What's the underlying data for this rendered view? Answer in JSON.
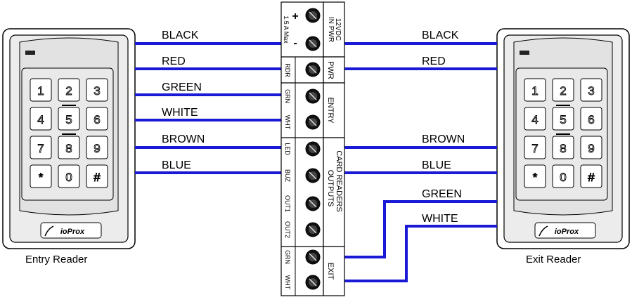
{
  "colors": {
    "wire": "#1a1ad6",
    "line": "#000000",
    "background": "#ffffff"
  },
  "entry_reader": {
    "caption": "Entry Reader",
    "logo": "ioProx",
    "keys": [
      "1",
      "2",
      "3",
      "4",
      "5",
      "6",
      "7",
      "8",
      "9",
      "*",
      "0",
      "#"
    ]
  },
  "exit_reader": {
    "caption": "Exit Reader",
    "logo": "ioProx",
    "keys": [
      "1",
      "2",
      "3",
      "4",
      "5",
      "6",
      "7",
      "8",
      "9",
      "*",
      "0",
      "#"
    ]
  },
  "left_wires": [
    "BLACK",
    "RED",
    "GREEN",
    "WHITE",
    "BROWN",
    "BLUE"
  ],
  "right_wires": [
    "BLACK",
    "RED",
    "BROWN",
    "BLUE",
    "GREEN",
    "WHITE"
  ],
  "terminal_block": {
    "power": {
      "label_line1": "12VDC",
      "label_line2": "IN PWR",
      "rating": "1.5 A Max",
      "plus": "+",
      "minus": "-"
    },
    "pwr": {
      "pin": "RDR",
      "group": "PWR"
    },
    "entry": {
      "pins": [
        "GRN",
        "WHT"
      ],
      "group": "ENTRY"
    },
    "outputs": {
      "pins": [
        "LED",
        "BUZ",
        "OUT1",
        "OUT2"
      ],
      "group": "OUTPUTS"
    },
    "exit": {
      "pins": [
        "GRN",
        "WHT"
      ],
      "group": "EXIT"
    },
    "side_label": "CARD READERS"
  }
}
